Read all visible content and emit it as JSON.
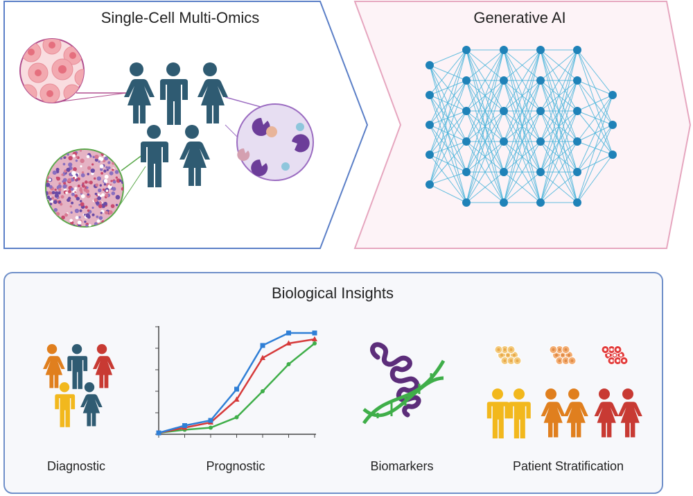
{
  "panels": {
    "omics": {
      "title": "Single-Cell Multi-Omics",
      "border": "#5b7fc7"
    },
    "genai": {
      "title": "Generative AI",
      "border": "#e6a6bf",
      "fill": "#fdf3f7"
    },
    "insights": {
      "title": "Biological Insights",
      "border": "#6f8fc9",
      "fill": "#f7f8fb"
    }
  },
  "insights": [
    {
      "label": "Diagnostic",
      "icon": "people-group-icon"
    },
    {
      "label": "Prognostic",
      "icon": "line-chart-icon"
    },
    {
      "label": "Biomarkers",
      "icon": "protein-dna-icon"
    },
    {
      "label": "Patient Stratification",
      "icon": "stratified-patients-icon"
    }
  ],
  "network": {
    "layers": [
      5,
      6,
      6,
      6,
      6,
      3
    ],
    "node_color": "#1f82b8",
    "edge_color": "#3fb0d8"
  },
  "chart_data": {
    "type": "line",
    "x": [
      0,
      1,
      2,
      3,
      4,
      5,
      6
    ],
    "series": [
      {
        "color": "#2f7fd6",
        "values": [
          0,
          0.07,
          0.12,
          0.42,
          0.84,
          0.96,
          0.96
        ]
      },
      {
        "color": "#d63a3a",
        "values": [
          0,
          0.05,
          0.1,
          0.32,
          0.72,
          0.86,
          0.9
        ]
      },
      {
        "color": "#3fae49",
        "values": [
          0,
          0.03,
          0.05,
          0.15,
          0.4,
          0.66,
          0.86
        ]
      }
    ],
    "ylim": [
      0,
      1
    ],
    "grid": false
  },
  "colors": {
    "person": "#2f5b72",
    "orange": "#e07f1e",
    "red": "#c83a33",
    "yellow": "#f2b81d"
  }
}
